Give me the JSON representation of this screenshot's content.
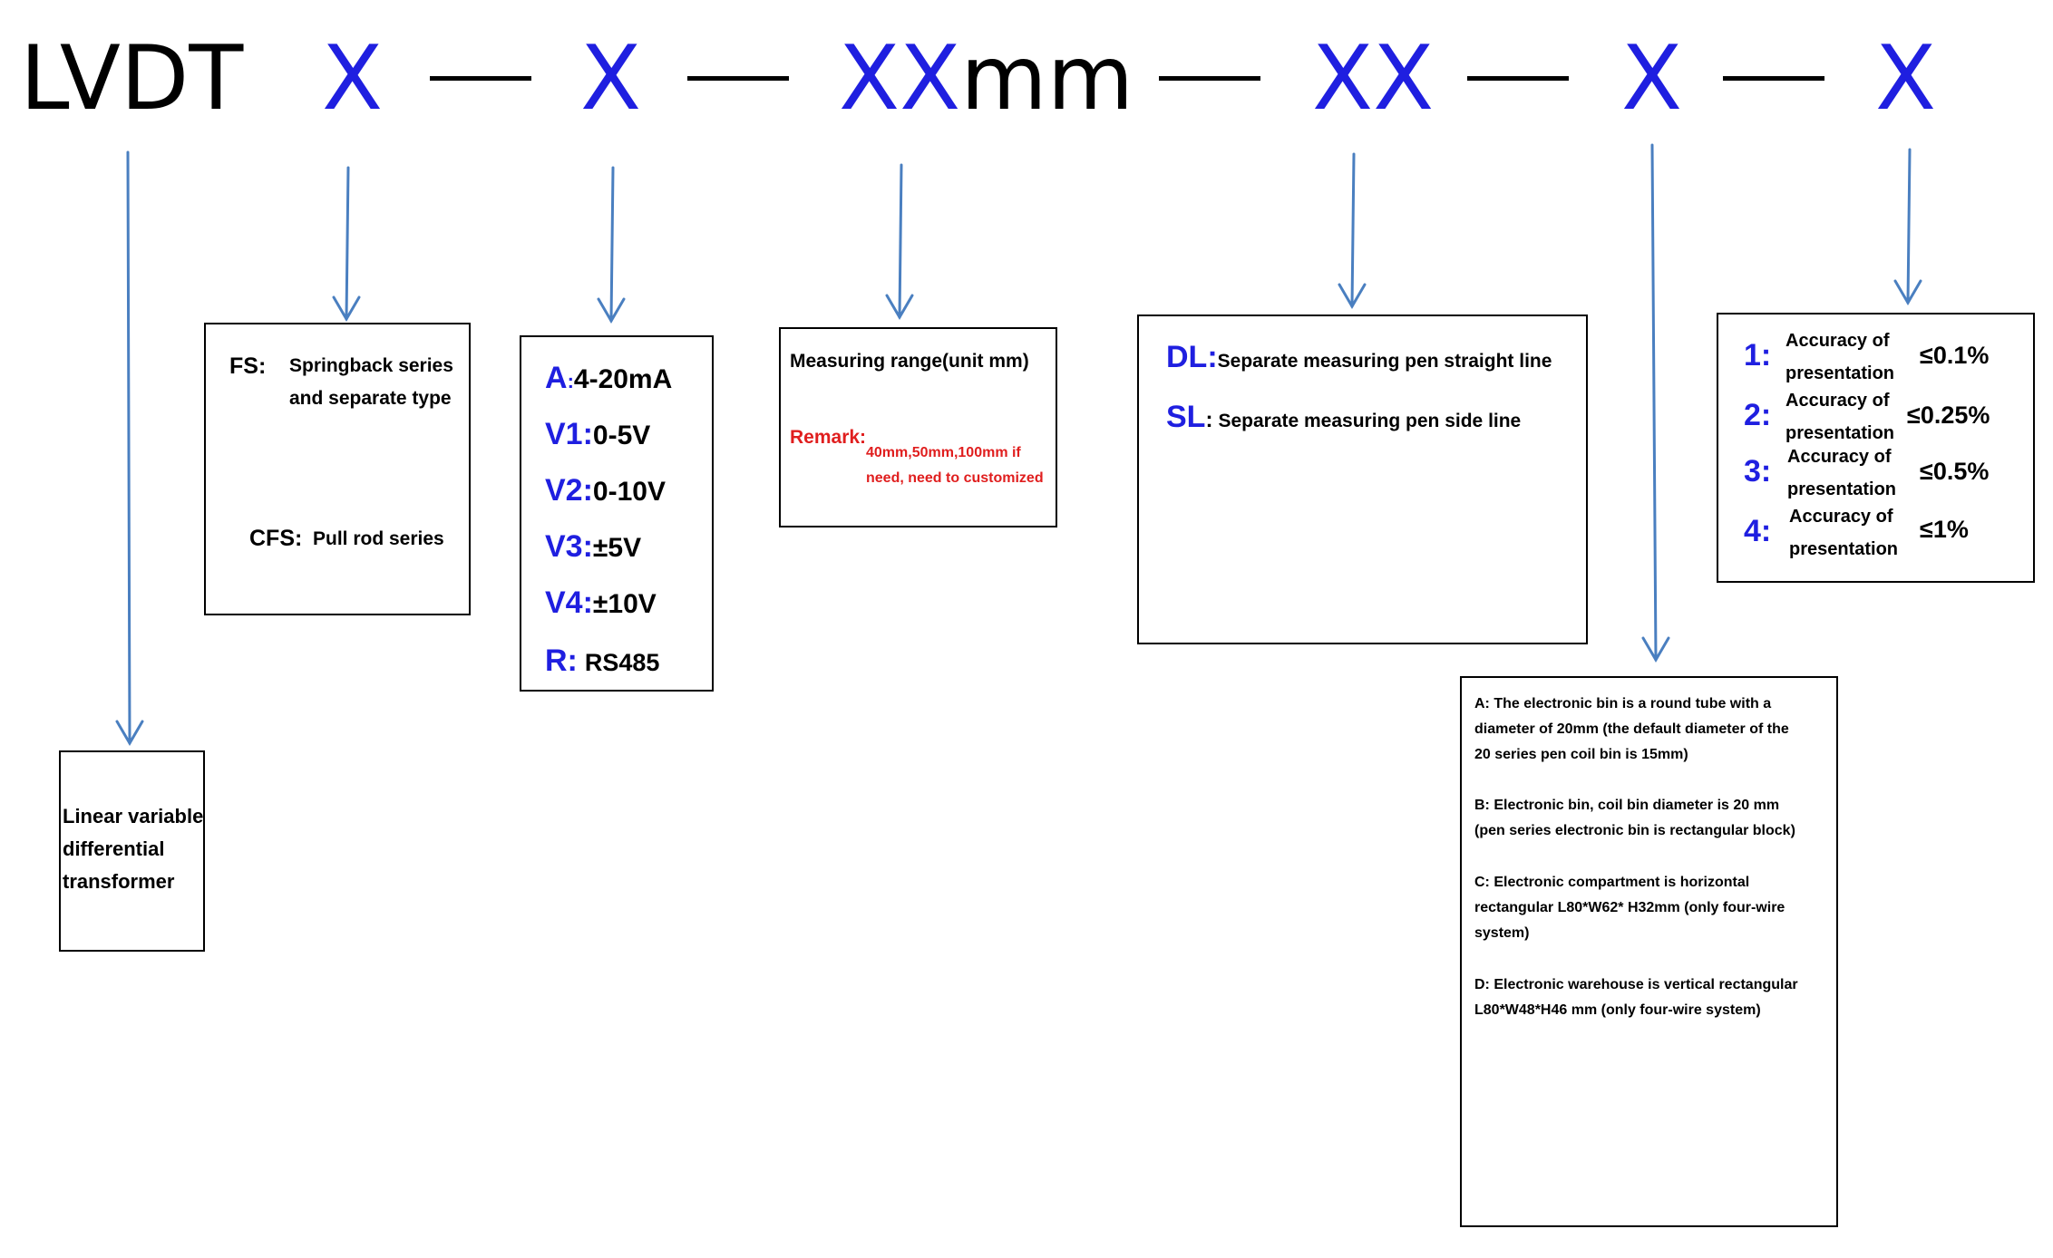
{
  "header": {
    "prefix": "LVDT",
    "code1": "X",
    "code2": "X",
    "code3": "XX",
    "code3_unit": "mm",
    "code4": "XX",
    "code5": "X",
    "code6": "X"
  },
  "lvdt_box": {
    "line1": "Linear variable",
    "line2": "differential",
    "line3": "transformer"
  },
  "series_box": {
    "fs_key": "FS:",
    "fs_line1": "Springback series",
    "fs_line2": "and separate type",
    "cfs_key": "CFS:",
    "cfs_text": "Pull rod series"
  },
  "output_box": {
    "items": [
      {
        "key": "A",
        "sep": ":",
        "value": "4-20mA"
      },
      {
        "key": "V1:",
        "sep": "",
        "value": "0-5V"
      },
      {
        "key": "V2:",
        "sep": "",
        "value": "0-10V"
      },
      {
        "key": "V3:",
        "sep": "",
        "value": "±5V"
      },
      {
        "key": "V4:",
        "sep": "",
        "value": "±10V"
      },
      {
        "key": "R:",
        "sep": "",
        "value": "RS485"
      }
    ]
  },
  "range_box": {
    "title": "Measuring range(unit mm)",
    "remark_label": "Remark:",
    "remark_line1": "40mm,50mm,100mm if",
    "remark_line2": "need, need to customized"
  },
  "line_box": {
    "dl_key": "DL:",
    "dl_text": "Separate measuring pen straight line",
    "sl_key": "SL",
    "sl_sep": ":",
    "sl_text": "Separate measuring pen side line"
  },
  "bin_box": {
    "a_line1": "A: The electronic bin is a round tube with a",
    "a_line2": "diameter of 20mm (the default diameter of the",
    "a_line3": "20 series pen coil bin is 15mm)",
    "b_line1": "B: Electronic bin, coil bin diameter is 20 mm",
    "b_line2": "(pen series electronic bin is rectangular block)",
    "c_line1": "C: Electronic compartment is horizontal",
    "c_line2": "rectangular L80*W62* H32mm (only four-wire",
    "c_line3": "system)",
    "d_line1": "D: Electronic warehouse is vertical rectangular",
    "d_line2": "L80*W48*H46 mm (only four-wire system)"
  },
  "accuracy_box": {
    "items": [
      {
        "key": "1:",
        "line1": "Accuracy of",
        "line2": "presentation",
        "value": "≤0.1%"
      },
      {
        "key": "2:",
        "line1": "Accuracy of",
        "line2": "presentation",
        "value": "≤0.25%"
      },
      {
        "key": "3:",
        "line1": "Accuracy of",
        "line2": "presentation",
        "value": "≤0.5%"
      },
      {
        "key": "4:",
        "line1": "Accuracy of",
        "line2": "presentation",
        "value": "≤1%"
      }
    ]
  },
  "colors": {
    "code_blue": "#1f1fe0",
    "arrow_blue": "#4a7fc0",
    "remark_red": "#e01e1e"
  }
}
